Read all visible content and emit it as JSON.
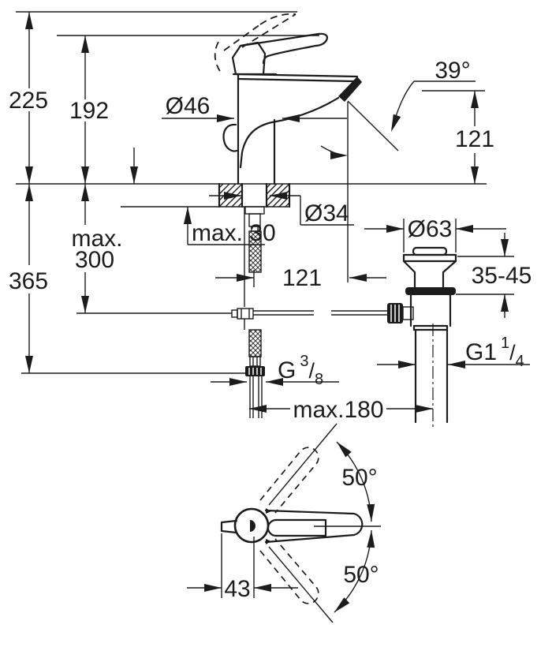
{
  "drawing": {
    "background": "#ffffff",
    "ink": "#1c1c1c",
    "dims": {
      "height_total": "225",
      "height_lever": "192",
      "body_diameter": "Ø46",
      "spout_angle": "39°",
      "outlet_height": "121",
      "deck_thickness_max": "max. 30",
      "shank_diameter": "Ø34",
      "hose_length": "365",
      "rod_max_line1": "max.",
      "rod_max_line2": "300",
      "spout_reach": "121",
      "waste_flange_diameter": "Ø63",
      "clamping_range": "35-45",
      "waste_thread_base": "G1",
      "waste_thread_sup": "1",
      "waste_thread_slash": "/",
      "waste_thread_sub": "4",
      "supply_thread_base": "G",
      "supply_thread_sup": "3",
      "supply_thread_slash": "/",
      "supply_thread_sub": "8",
      "waste_offset_max": "max.180",
      "handle_swivel_up": "50°",
      "handle_swivel_down": "50°",
      "handle_pivot_offset": "43"
    }
  }
}
